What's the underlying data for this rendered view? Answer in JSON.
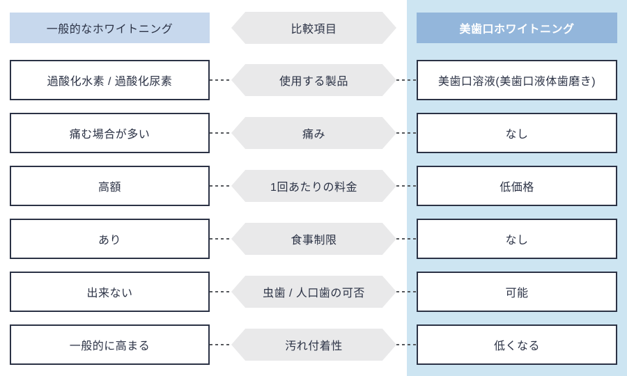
{
  "colors": {
    "page-bg": "#ffffff",
    "panel": "#cde5f2",
    "header-left-bg": "#c7d8ed",
    "header-right-bg": "#93b6db",
    "hex-bg": "#e9e9ea",
    "box-bg": "#ffffff",
    "ink": "#2b3245",
    "dash": "#55585c"
  },
  "headers": {
    "left": "一般的なホワイトニング",
    "center": "比較項目",
    "right": "美歯口ホワイトニング"
  },
  "rows": [
    {
      "left": "過酸化水素 / 過酸化尿素",
      "center": "使用する製品",
      "right": "美歯口溶液(美歯口液体歯磨き)"
    },
    {
      "left": "痛む場合が多い",
      "center": "痛み",
      "right": "なし"
    },
    {
      "left": "高額",
      "center": "1回あたりの料金",
      "right": "低価格"
    },
    {
      "left": "あり",
      "center": "食事制限",
      "right": "なし"
    },
    {
      "left": "出来ない",
      "center": "虫歯 / 人口歯の可否",
      "right": "可能"
    },
    {
      "left": "一般的に高まる",
      "center": "汚れ付着性",
      "right": "低くなる"
    }
  ]
}
